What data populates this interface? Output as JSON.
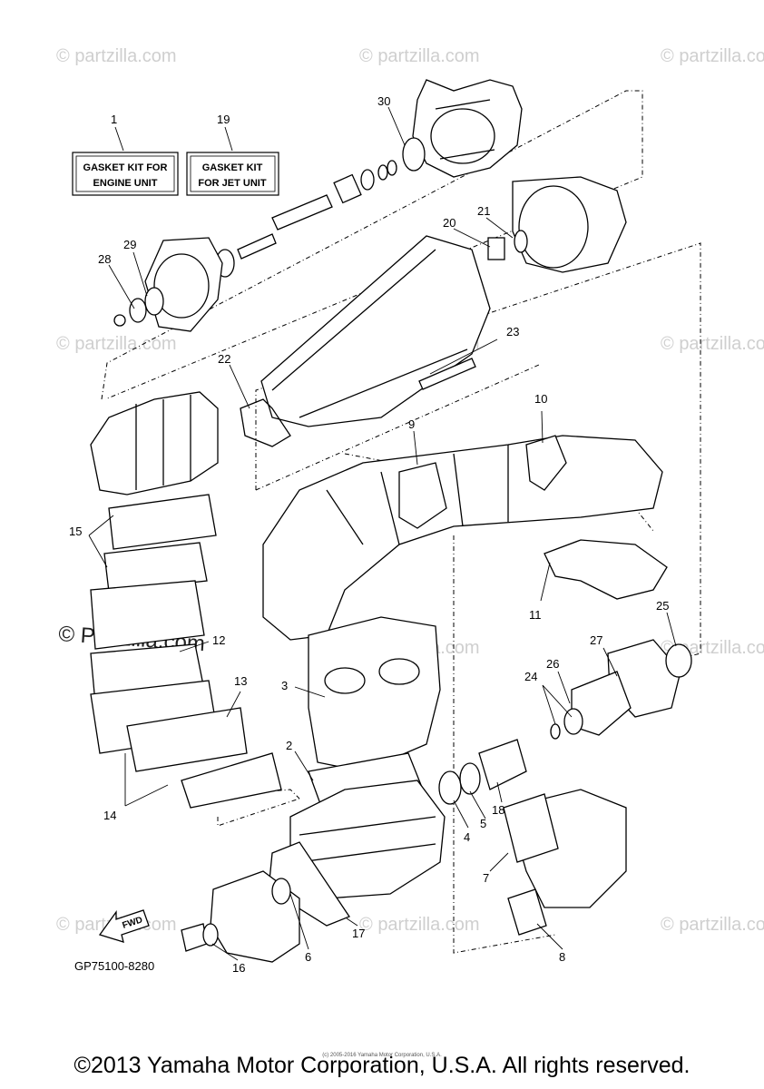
{
  "watermark": {
    "text": "partzilla.com",
    "symbol": "©",
    "overlay": "© Partzilla.com"
  },
  "labels": {
    "gasket_engine_line1": "GASKET KIT FOR",
    "gasket_engine_line2": "ENGINE UNIT",
    "gasket_jet_line1": "GASKET KIT",
    "gasket_jet_line2": "FOR JET UNIT",
    "fwd": "FWD"
  },
  "callouts": {
    "c1": "1",
    "c2": "2",
    "c3": "3",
    "c4": "4",
    "c5": "5",
    "c6": "6",
    "c7": "7",
    "c8": "8",
    "c9": "9",
    "c10": "10",
    "c11": "11",
    "c12": "12",
    "c13": "13",
    "c14": "14",
    "c15": "15",
    "c16": "16",
    "c17": "17",
    "c18": "18",
    "c19": "19",
    "c20": "20",
    "c21": "21",
    "c22": "22",
    "c23": "23",
    "c24": "24",
    "c25": "25",
    "c26": "26",
    "c27": "27",
    "c28": "28",
    "c29": "29",
    "c30": "30"
  },
  "diagram_code": "GP75100-8280",
  "small_copyright": "(c) 2005-2016 Yamaha Motor Corporation, U.S.A.",
  "footer": "©2013 Yamaha Motor Corporation, U.S.A. All rights reserved.",
  "colors": {
    "line": "#000000",
    "watermark": "#cfcfcf",
    "background": "#ffffff"
  }
}
